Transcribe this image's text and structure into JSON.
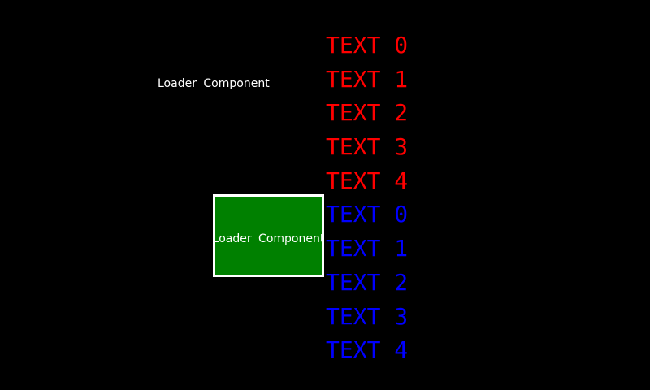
{
  "screen": {
    "background": "#000000"
  },
  "loader_top": {
    "label": "Loader Component",
    "text_color": "#ffffff"
  },
  "loader_box": {
    "label": "Loader Component",
    "fill": "#008000",
    "border_color": "#ffffff",
    "text_color": "#ffffff"
  },
  "text_list": {
    "red_color": "#ff0000",
    "blue_color": "#0000ff",
    "red_items": [
      "TEXT 0",
      "TEXT 1",
      "TEXT 2",
      "TEXT 3",
      "TEXT 4"
    ],
    "blue_items": [
      "TEXT 0",
      "TEXT 1",
      "TEXT 2",
      "TEXT 3",
      "TEXT 4"
    ]
  }
}
